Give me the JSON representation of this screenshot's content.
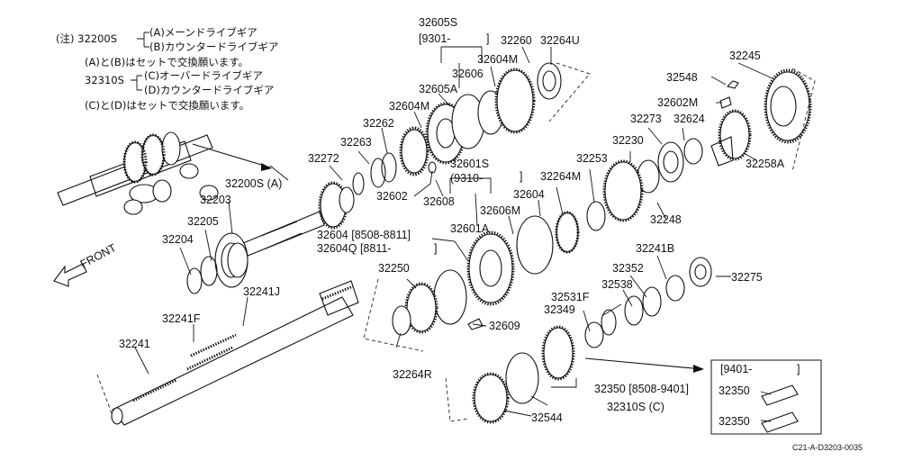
{
  "notes": {
    "line1_prefix": "(注) 32200S",
    "line1a": "(A)メーンドライブギア",
    "line1b": "(B)カウンタードライブギア",
    "line2": "(A)と(B)はセットで交換願います。",
    "line3_prefix": "32310S",
    "line3a": "(C)オーバードライブギア",
    "line3b": "(D)カウンタードライブギア",
    "line4": "(C)と(D)はセットで交換願います。"
  },
  "labels": {
    "p32605S": "32605S",
    "p9301": "[9301-",
    "p9301_end": "]",
    "p32260": "32260",
    "p32264U": "32264U",
    "p32604M_a": "32604M",
    "p32606": "32606",
    "p32605A": "32605A",
    "p32245": "32245",
    "p32548": "32548",
    "p32602M": "32602M",
    "p32604M_b": "32604M",
    "p32262": "32262",
    "p32263": "32263",
    "p32273": "32273",
    "p32624": "32624",
    "p32272": "32272",
    "p32230": "32230",
    "p32258A": "32258A",
    "p32601S": "32601S",
    "p9310": "(9310-",
    "p9310_end": "]",
    "p32253": "32253",
    "p32200S": "32200S (A)",
    "p32602": "32602",
    "p32608": "32608",
    "p32264M": "32264M",
    "p32203": "32203",
    "p32604": "32604",
    "p32606M": "32606M",
    "p32248": "32248",
    "p32205": "32205",
    "p32601A": "32601A",
    "p32204": "32204",
    "p32604_range": "32604 [8508-8811]",
    "p32604Q": "32604Q [8811-",
    "p32604Q_end": "]",
    "p32241B": "32241B",
    "front": "FRONT",
    "p32250": "32250",
    "p32352": "32352",
    "p32275": "32275",
    "p32241J": "32241J",
    "p32538": "32538",
    "p32531F": "32531F",
    "p32241F": "32241F",
    "p32349": "32349",
    "p32609": "32609",
    "p32241": "32241",
    "p32264R": "32264R",
    "p9401": "[9401-",
    "p9401_end": "]",
    "p32350_range": "32350 [8508-9401]",
    "p32350_a": "32350",
    "p32544": "32544",
    "p32310S": "32310S (C)",
    "p32350_b": "32350",
    "diagram_code": "C21-A-D3203-0035"
  }
}
